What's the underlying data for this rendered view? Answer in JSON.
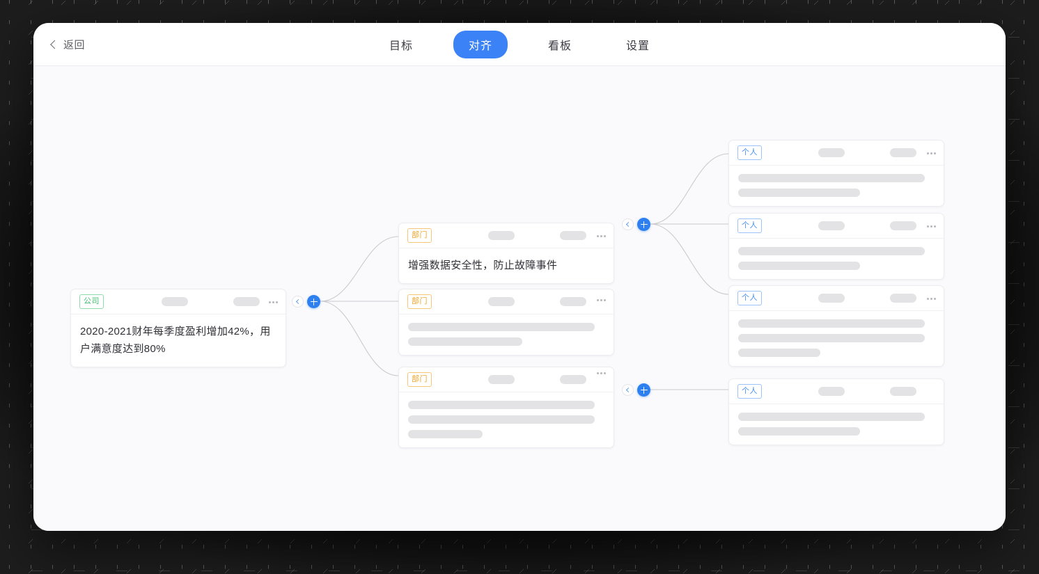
{
  "window": {
    "topbar": {
      "back_label": "返回",
      "back_icon": "chevron-left-icon",
      "tabs": [
        {
          "label": "目标",
          "active": false
        },
        {
          "label": "对齐",
          "active": true
        },
        {
          "label": "看板",
          "active": false
        },
        {
          "label": "设置",
          "active": false
        }
      ]
    }
  },
  "colors": {
    "accent_blue": "#3b82f6",
    "node_blue": "#2e80f0",
    "badge_company": "#3fbf6d",
    "badge_department": "#f0a328",
    "badge_personal": "#4a90f7",
    "skeleton_grey": "#e3e3e6",
    "canvas_bg": "#fafafc",
    "card_bg": "#ffffff",
    "edge_line": "#c9c9d0"
  },
  "tree": {
    "company_card": {
      "badge": "公司",
      "title": "2020-2021财年每季度盈利增加42%，用户满意度达到80%",
      "menu_icon": "ellipsis-icon",
      "header_pills": 2
    },
    "department_cards": [
      {
        "badge": "部门",
        "title": "增强数据安全性，防止故障事件",
        "menu_icon": "ellipsis-icon",
        "header_pills": 2,
        "skeleton_widths": []
      },
      {
        "badge": "部门",
        "title": "",
        "menu_icon": "ellipsis-icon",
        "header_pills": 2,
        "skeleton_widths": [
          95,
          58
        ]
      },
      {
        "badge": "部门",
        "title": "",
        "menu_icon": "ellipsis-icon",
        "header_pills": 2,
        "skeleton_widths": [
          95,
          95,
          38
        ]
      }
    ],
    "personal_cards": [
      {
        "badge": "个人",
        "menu_icon": "ellipsis-icon",
        "header_pills": 2,
        "skeleton_widths": [
          95,
          62
        ]
      },
      {
        "badge": "个人",
        "menu_icon": "ellipsis-icon",
        "header_pills": 2,
        "skeleton_widths": [
          95,
          62
        ]
      },
      {
        "badge": "个人",
        "menu_icon": "ellipsis-icon",
        "header_pills": 2,
        "skeleton_widths": [
          95,
          95,
          42
        ]
      },
      {
        "badge": "个人",
        "menu_icon": "",
        "header_pills": 2,
        "skeleton_widths": [
          95,
          62
        ]
      }
    ],
    "nodes": [
      {
        "id": "company-node",
        "collapse_icon": "chevron-left-icon",
        "add_icon": "plus-icon"
      },
      {
        "id": "department-node-1",
        "collapse_icon": "chevron-left-icon",
        "add_icon": "plus-icon"
      },
      {
        "id": "department-node-3",
        "collapse_icon": "chevron-left-icon",
        "add_icon": "plus-icon"
      }
    ]
  }
}
